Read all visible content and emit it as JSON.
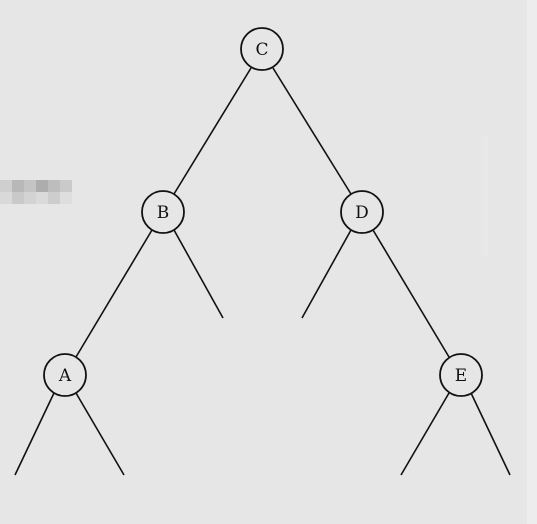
{
  "tree": {
    "nodes": [
      {
        "id": "C",
        "label": "C"
      },
      {
        "id": "B",
        "label": "B"
      },
      {
        "id": "D",
        "label": "D"
      },
      {
        "id": "A",
        "label": "A"
      },
      {
        "id": "E",
        "label": "E"
      }
    ],
    "edges": [
      {
        "from": "C",
        "to": "B"
      },
      {
        "from": "C",
        "to": "D"
      },
      {
        "from": "B",
        "to": "A"
      },
      {
        "from": "D",
        "to": "E"
      }
    ],
    "empty_children": [
      {
        "parent": "B",
        "side": "right"
      },
      {
        "parent": "D",
        "side": "left"
      },
      {
        "parent": "A",
        "side": "left"
      },
      {
        "parent": "A",
        "side": "right"
      },
      {
        "parent": "E",
        "side": "left"
      },
      {
        "parent": "E",
        "side": "right"
      }
    ]
  }
}
